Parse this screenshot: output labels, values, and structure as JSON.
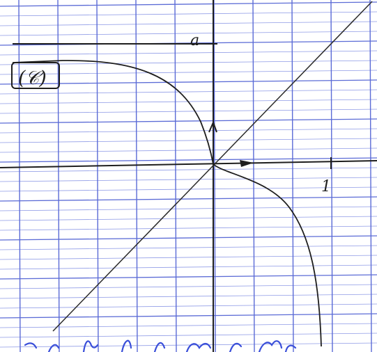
{
  "diagram": {
    "curve_label": "(𝒞)",
    "x_unit_label": "1",
    "asymptote_label": "a",
    "paper": {
      "background": "#ffffff",
      "grid_major_color": "#5b6bd6",
      "grid_minor_color": "#8e9ae6",
      "ink_color": "#1e1e1e",
      "bottom_scribble_color": "#3a4fd9"
    }
  }
}
